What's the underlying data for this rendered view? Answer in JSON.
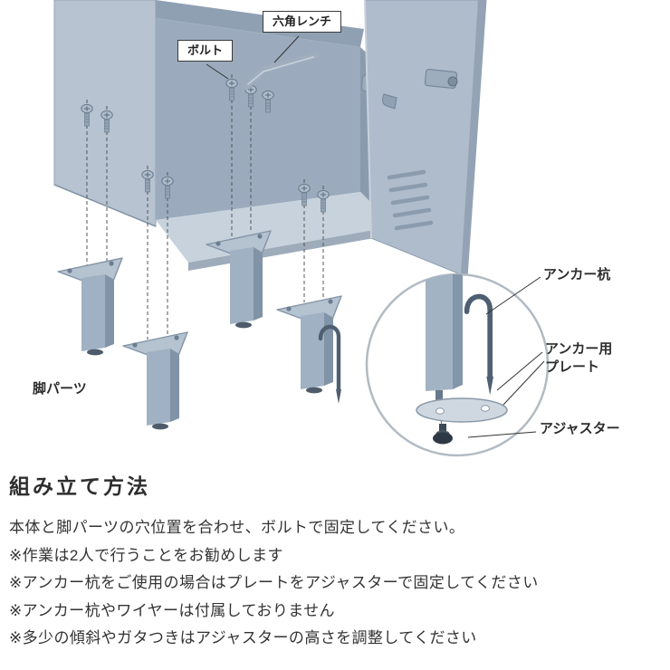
{
  "illustration": {
    "callouts": {
      "bolt": "ボルト",
      "hex_wrench": "六角レンチ"
    },
    "labels": {
      "leg_parts": "脚パーツ",
      "anchor_stake": "アンカー杭",
      "anchor_plate_line1": "アンカー用",
      "anchor_plate_line2": "プレート",
      "adjuster": "アジャスター"
    }
  },
  "instructions": {
    "heading": "組み立て方法",
    "body": "本体と脚パーツの穴位置を合わせ、ボルトで固定してください。",
    "notes": [
      "※作業は2人で行うことをお勧めします",
      "※アンカー杭をご使用の場合はプレートをアジャスターで固定してください",
      "※アンカー杭やワイヤーは付属しておりません",
      "※多少の傾斜やガタつきはアジャスターの高さを調整してください"
    ]
  },
  "colors": {
    "box_light": "#b7c3d1",
    "box_mid": "#a3b2c2",
    "box_dark": "#8a9bae",
    "floor_light": "#c8d2dc",
    "leg_metal": "#9fb1c2",
    "stake_dark": "#4e5f72",
    "line": "#333333"
  }
}
